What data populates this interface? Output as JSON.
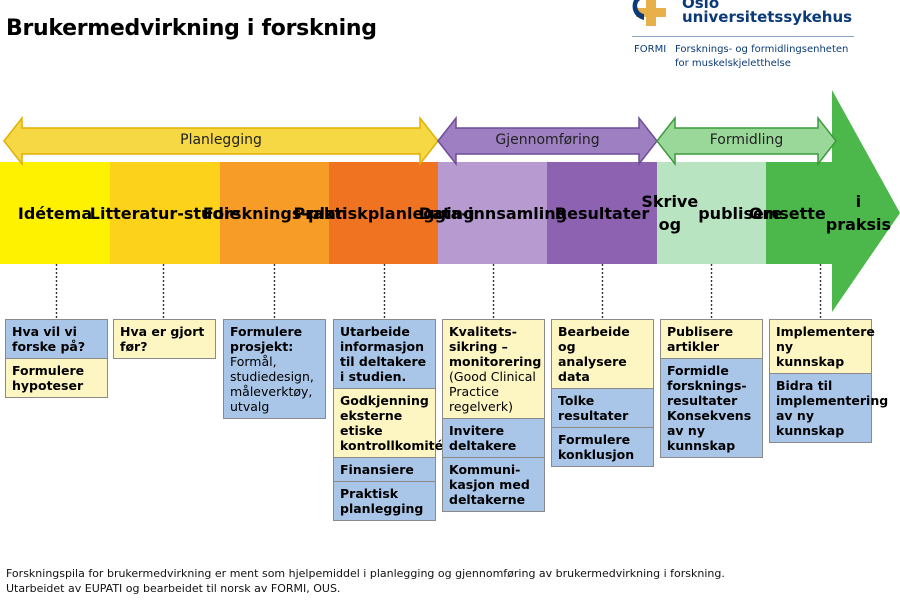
{
  "title": "Brukermedvirkning i forskning",
  "logo": {
    "name_line1": "Oslo",
    "name_line2": "universitetssykehus",
    "unit_short": "FORMI",
    "unit_line1": "Forsknings- og formidlingsenheten",
    "unit_line2": "for muskelskjeletthelse",
    "colors": {
      "brand_blue": "#0b3a78",
      "cross_gold": "#e7b04a"
    }
  },
  "phases": [
    {
      "label": "Planlegging",
      "color": "#f5d628"
    },
    {
      "label": "Gjennomføring",
      "color": "#a889c6"
    },
    {
      "label": "Formidling",
      "color": "#8bd48a"
    }
  ],
  "stages": [
    {
      "lines": [
        "Idé",
        "tema"
      ],
      "color": "#fff200"
    },
    {
      "lines": [
        "Litteratur-",
        "studie"
      ],
      "color": "#fdd21a"
    },
    {
      "lines": [
        "Forsknings-",
        "plan"
      ],
      "color": "#f89c28"
    },
    {
      "lines": [
        "Praktisk",
        "planlegging"
      ],
      "color": "#f07321"
    },
    {
      "lines": [
        "Data-",
        "innsamling"
      ],
      "color": "#b79bd0"
    },
    {
      "lines": [
        "Resultater"
      ],
      "color": "#8d62b0"
    },
    {
      "lines": [
        "Skrive og",
        "publisere"
      ],
      "color": "#b8e4c2"
    },
    {
      "lines": [
        "Omsette",
        "i praksis"
      ],
      "color": "#4cb74a"
    }
  ],
  "columns": [
    {
      "boxes": [
        {
          "style": "b",
          "text": "Hva vil vi forske på?"
        },
        {
          "style": "y",
          "text": "Formulere hypoteser"
        }
      ]
    },
    {
      "boxes": [
        {
          "style": "y",
          "text": "Hva er gjort før?"
        }
      ]
    },
    {
      "boxes": [
        {
          "style": "b",
          "text": "Formulere prosjekt:",
          "plain": "Formål, studiedesign, måleverktøy, utvalg"
        }
      ]
    },
    {
      "boxes": [
        {
          "style": "b",
          "text": "Utarbeide informasjon til deltakere i studien."
        },
        {
          "style": "y",
          "text": "Godkjenning eksterne etiske kontrollkomité"
        },
        {
          "style": "b",
          "text": "Finansiere"
        },
        {
          "style": "b",
          "text": "Praktisk planlegging"
        }
      ]
    },
    {
      "boxes": [
        {
          "style": "y",
          "text": "Kvalitets-sikring – monitorering",
          "plain": "(Good Clinical Practice regelverk)"
        },
        {
          "style": "b",
          "text": "Invitere deltakere"
        },
        {
          "style": "b",
          "text": "Kommuni-kasjon med deltakerne"
        }
      ]
    },
    {
      "boxes": [
        {
          "style": "y",
          "text": "Bearbeide og analysere data"
        },
        {
          "style": "b",
          "text": "Tolke resultater"
        },
        {
          "style": "b",
          "text": "Formulere konklusjon"
        }
      ]
    },
    {
      "boxes": [
        {
          "style": "y",
          "text": "Publisere artikler"
        },
        {
          "style": "b",
          "text": "Formidle forsknings-resultater Konsekvens av ny kunnskap"
        }
      ]
    },
    {
      "boxes": [
        {
          "style": "y",
          "text": "Implementere ny kunnskap"
        },
        {
          "style": "b",
          "text": "Bidra til implementering av ny kunnskap"
        }
      ]
    }
  ],
  "footer": {
    "line1": "Forskningspila for brukermedvirkning er ment som hjelpemiddel i planlegging og gjennomføring av brukermedvirkning i forskning.",
    "line2": "Utarbeidet av EUPATI og bearbeidet til norsk av FORMI, OUS."
  }
}
